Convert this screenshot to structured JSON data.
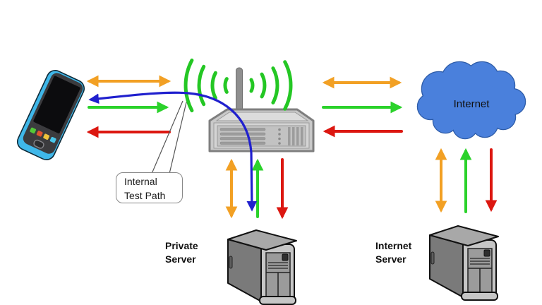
{
  "labels": {
    "internet_cloud": "Internet",
    "callout_line1": "Internal",
    "callout_line2": "Test Path",
    "private_server_line1": "Private",
    "private_server_line2": "Server",
    "internet_server_line1": "Internet",
    "internet_server_line2": "Server"
  },
  "colors": {
    "orange": "#F2A024",
    "green": "#2BD22B",
    "red": "#DC1710",
    "blue": "#2020CE",
    "wifi": "#24C724",
    "cloud_fill": "#4A80DC",
    "cloud_stroke": "#2E5CA8",
    "phone_body": "#3FB7E9",
    "router_body": "#C9C9C9",
    "server_side": "#7A7A7A",
    "server_front": "#C6C6C6"
  },
  "icons": {
    "wifi_signal": "wifi-arcs",
    "smartphone": "smartphone-shape",
    "router": "wireless-router-shape",
    "cloud": "cloud-shape",
    "server": "tower-server-shape"
  },
  "nodes": [
    {
      "id": "smartphone",
      "label": ""
    },
    {
      "id": "wireless-router",
      "label": ""
    },
    {
      "id": "internet-cloud",
      "label": "Internet"
    },
    {
      "id": "private-server",
      "label": "Private Server"
    },
    {
      "id": "internet-server",
      "label": "Internet Server"
    }
  ],
  "flows": [
    {
      "between": "phone and router",
      "color": "orange",
      "heads": "both"
    },
    {
      "between": "phone and router",
      "color": "green",
      "direction": "to-router"
    },
    {
      "between": "phone and router",
      "color": "red",
      "direction": "to-phone"
    },
    {
      "between": "router and internet",
      "color": "orange",
      "heads": "both"
    },
    {
      "between": "router and internet",
      "color": "green",
      "direction": "to-internet"
    },
    {
      "between": "router and internet",
      "color": "red",
      "direction": "to-router"
    },
    {
      "between": "router and private server",
      "color": "orange",
      "heads": "both"
    },
    {
      "between": "router and private server",
      "color": "green",
      "direction": "to-router"
    },
    {
      "between": "router and private server",
      "color": "red",
      "direction": "to-server"
    },
    {
      "between": "internet and internet server",
      "color": "orange",
      "heads": "both"
    },
    {
      "between": "internet and internet server",
      "color": "green",
      "direction": "to-internet"
    },
    {
      "between": "internet and internet server",
      "color": "red",
      "direction": "to-server"
    },
    {
      "path": "private server through router to phone",
      "color": "blue",
      "heads": "both",
      "label": "Internal Test Path"
    }
  ],
  "annotation": {
    "label": "Internal Test Path",
    "points_to": "blue curved path at router"
  }
}
